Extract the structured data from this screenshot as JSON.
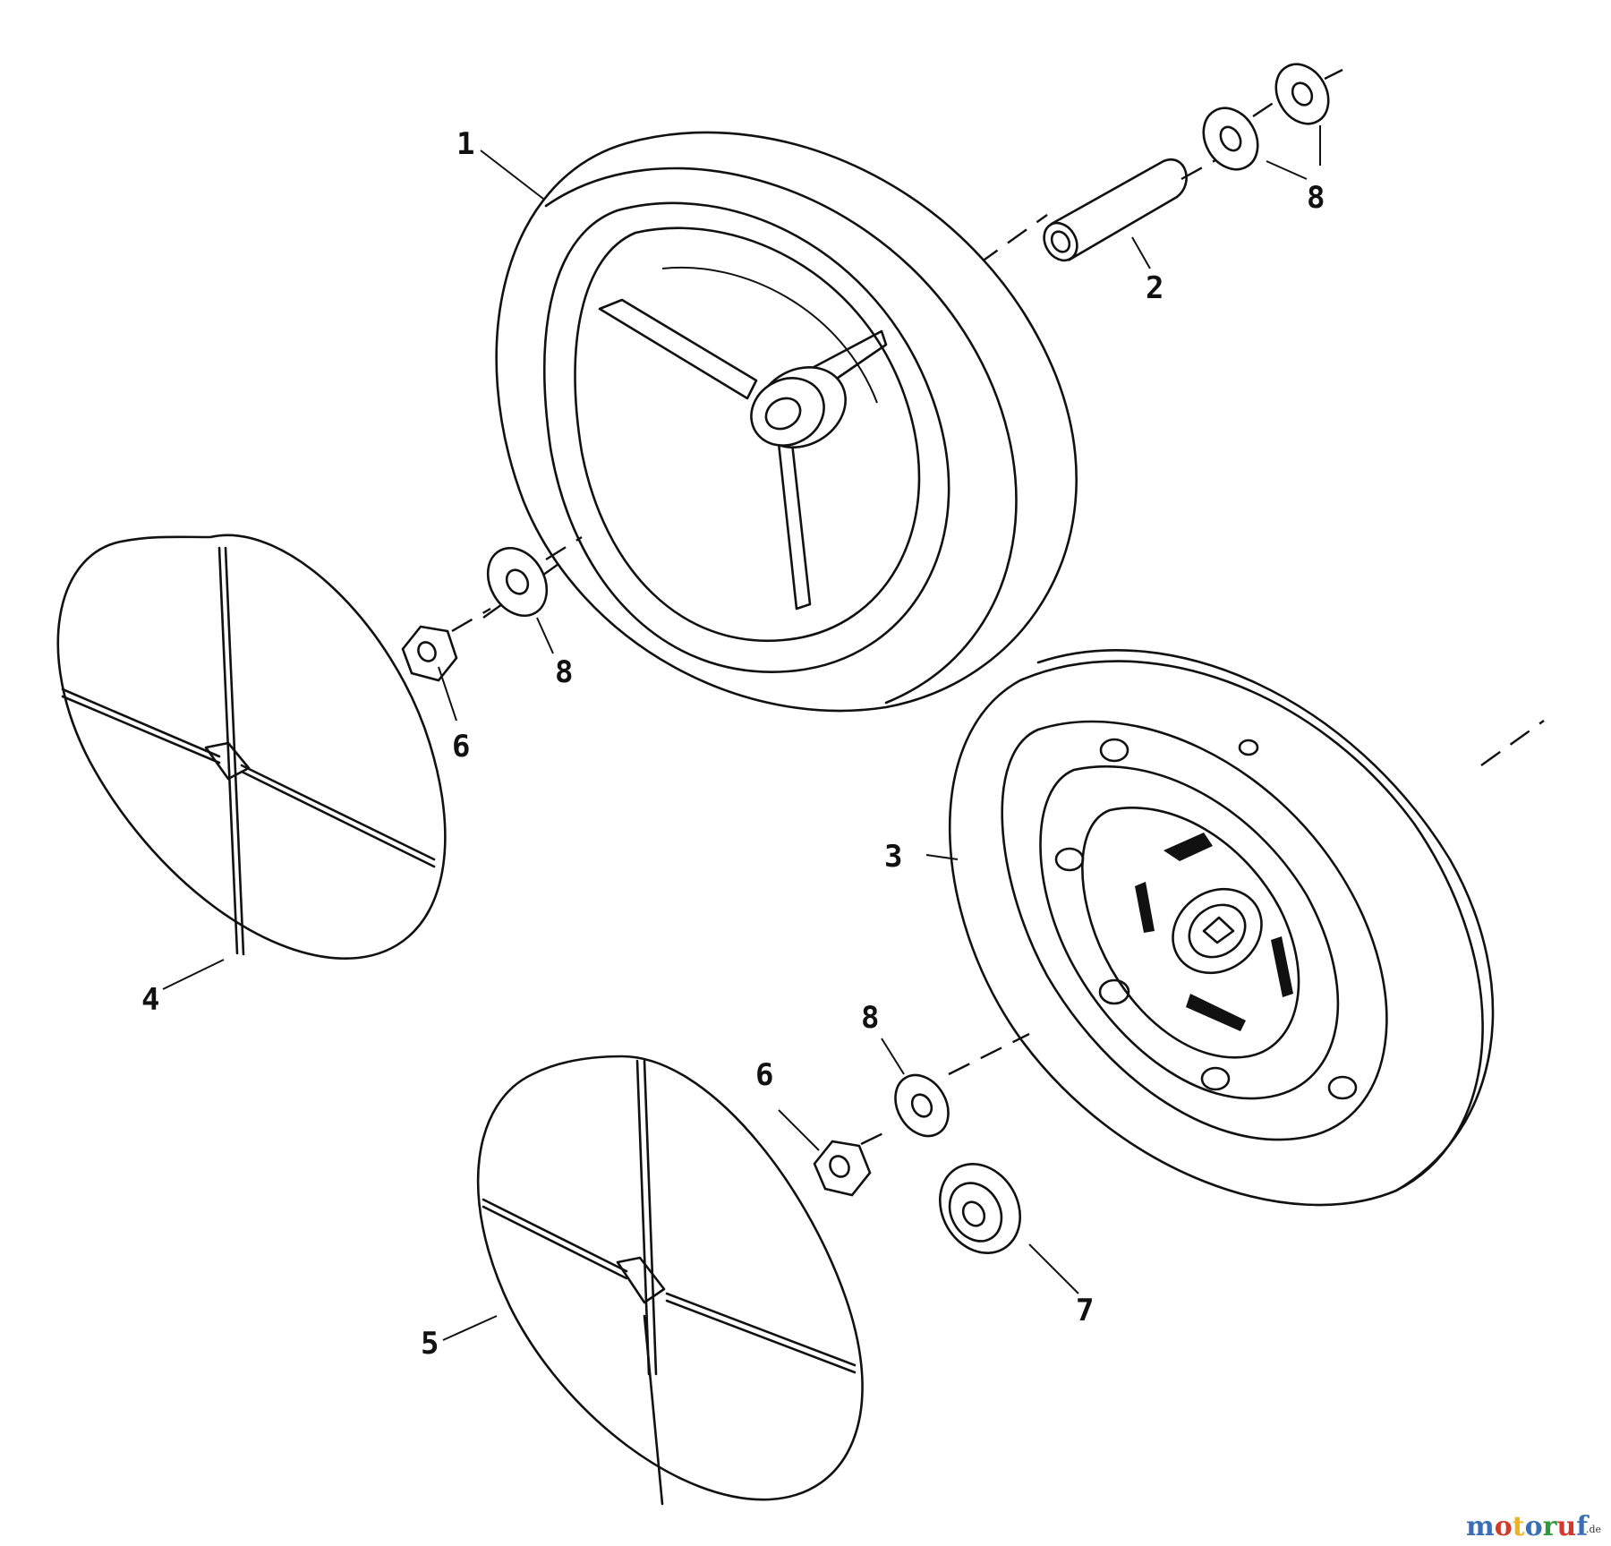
{
  "callouts": {
    "c1": "1",
    "c2": "2",
    "c3": "3",
    "c4": "4",
    "c5": "5",
    "c6a": "6",
    "c6b": "6",
    "c7": "7",
    "c8a": "8",
    "c8b": "8",
    "c8c": "8"
  },
  "watermark": {
    "m": "m",
    "o1": "o",
    "t": "t",
    "o2": "o",
    "r": "r",
    "u": "u",
    "f": "f",
    "suffix": ".de",
    "colors": [
      "#3a6fb5",
      "#d23a2a",
      "#f0b21a",
      "#3a6fb5",
      "#2e9a3e",
      "#d23a2a",
      "#3a6fb5"
    ]
  }
}
